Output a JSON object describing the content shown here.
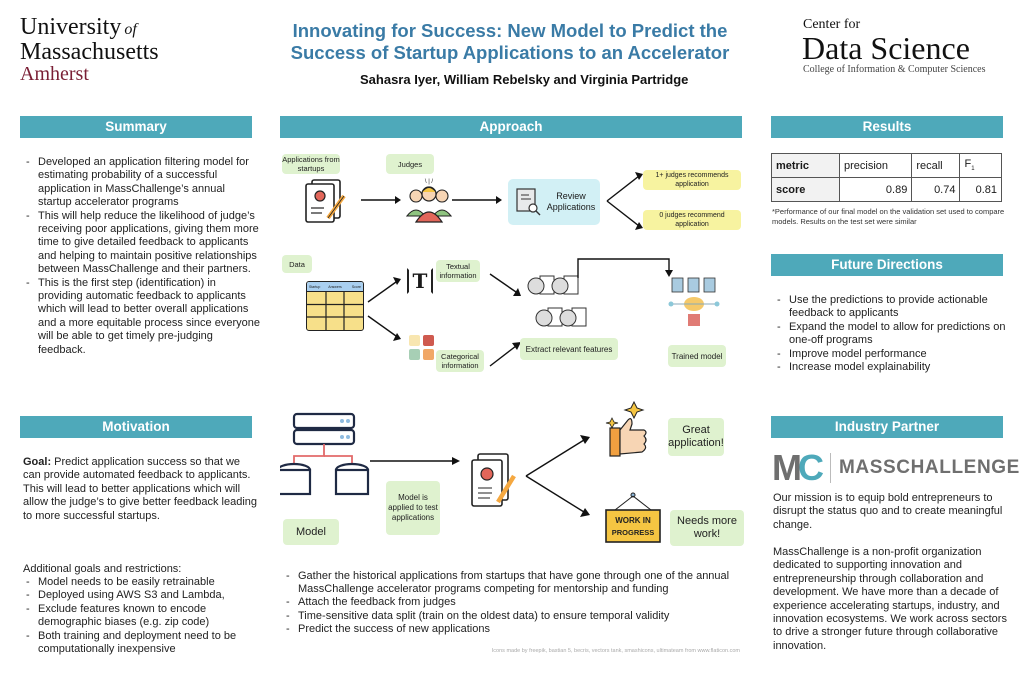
{
  "header": {
    "university": {
      "line1": "University",
      "of": "of",
      "line2": "Massachusetts",
      "line3": "Amherst"
    },
    "title_line1": "Innovating for Success: New Model to Predict the",
    "title_line2": "Success of Startup Applications to an Accelerator",
    "authors": "Sahasra Iyer, William Rebelsky and Virginia Partridge",
    "center": {
      "line1": "Center for",
      "line2": "Data Science",
      "line3": "College of Information & Computer Sciences"
    }
  },
  "colors": {
    "section_header": "#4ea9ba",
    "title": "#3a7ba6",
    "umass_maroon": "#7a1f35",
    "green_box": "#dff2cf",
    "yellow_box": "#f7f3a0",
    "blue_box": "#d2f0f5"
  },
  "summary": {
    "heading": "Summary",
    "items": [
      "Developed an application filtering model for estimating probability of a successful application in MassChallenge’s annual startup accelerator programs",
      "This will help reduce the likelihood of judge’s receiving poor applications, giving them more time to give detailed feedback to applicants and helping to maintain positive relationships between MassChallenge and their partners.",
      "This is the first step (identification) in providing automatic feedback to applicants which will lead to better overall applications and a more equitable process since everyone will be able to get timely pre-judging feedback."
    ]
  },
  "motivation": {
    "heading": "Motivation",
    "goal_label": "Goal:",
    "goal_text": " Predict application success so that we can provide automated feedback to applicants. This will lead to better applications which will allow the judge’s to give better feedback leading to more successful startups.",
    "additional_heading": "Additional goals and restrictions:",
    "items": [
      "Model needs to be easily retrainable",
      "Deployed using AWS S3 and Lambda,",
      "Exclude features known to encode demographic biases (e.g. zip code)",
      "Both training and deployment need to be computationally inexpensive"
    ]
  },
  "approach": {
    "heading": "Approach",
    "diagram1": {
      "applications": "Applications from startups",
      "judges": "Judges",
      "review": "Review Applications",
      "outcome_yes": "1+ judges recommends application",
      "outcome_no": "0 judges recommend application"
    },
    "diagram2": {
      "data": "Data",
      "table_cols": [
        "Startup",
        "Answers",
        "Score"
      ],
      "textual": "Textual information",
      "categorical": "Categorical information",
      "extract": "Extract relevant features",
      "trained": "Trained model",
      "t_glyph": "T"
    },
    "diagram3": {
      "model": "Model",
      "applied": "Model is applied to test applications",
      "great": "Great application!",
      "needs_work": "Needs more work!",
      "sign_text": "WORK IN PROGRESS"
    },
    "items": [
      "Gather the historical applications from startups that have gone through one of the annual MassChallenge accelerator programs competing for mentorship and funding",
      "Attach the feedback from judges",
      "Time-sensitive data split (train on the oldest data) to ensure temporal validity",
      "Predict the success of new applications"
    ],
    "credits": "Icons made by freepik, bastian 5, becris, vectors tank, smashicons, ultimateam from www.flaticon.com"
  },
  "results": {
    "heading": "Results",
    "row1": {
      "label": "metric",
      "precision": "precision",
      "recall": "recall",
      "f1": "F",
      "f1_sub": "1"
    },
    "row2": {
      "label": "score",
      "precision": "0.89",
      "recall": "0.74",
      "f1": "0.81"
    },
    "note": "*Performance of our final model on the validation set used to compare models. Results on the test set were similar"
  },
  "future": {
    "heading": "Future Directions",
    "items": [
      "Use the predictions to provide actionable feedback to applicants",
      "Expand the model to allow for predictions on one-off programs",
      "Improve model performance",
      "Increase model explainability"
    ]
  },
  "partner": {
    "heading": "Industry Partner",
    "logo_m": "M",
    "logo_c": "C",
    "logo_name": "MASSCHALLENGE",
    "mission": "Our mission is to equip bold entrepreneurs to disrupt the status quo and to create meaningful change.",
    "about": "MassChallenge is a non-profit organization dedicated to supporting innovation and entrepreneurship through collaboration and development. We have more than a decade of experience accelerating startups, industry, and innovation ecosystems. We work across sectors to drive a stronger future through collaborative innovation."
  }
}
